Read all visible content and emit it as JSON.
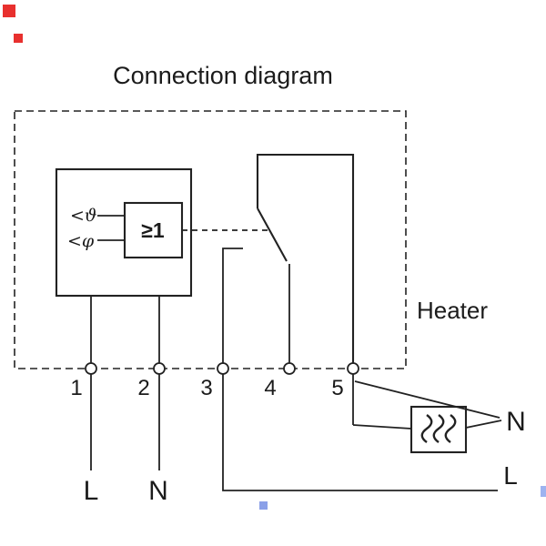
{
  "diagram": {
    "title": "Connection diagram",
    "device": {
      "temp_symbol": "<ϑ",
      "humidity_symbol": "<φ",
      "or_gate_label": "≥1"
    },
    "terminals": {
      "labels": [
        "1",
        "2",
        "3",
        "4",
        "5"
      ]
    },
    "wires": {
      "line_label": "L",
      "neutral_label": "N",
      "right_neutral_label": "N",
      "bottom_line_label": "L"
    },
    "heater_label": "Heater",
    "colors": {
      "line": "#222222",
      "red_marker": "#e8302e",
      "blue_marker": "#8ba0e8"
    }
  }
}
